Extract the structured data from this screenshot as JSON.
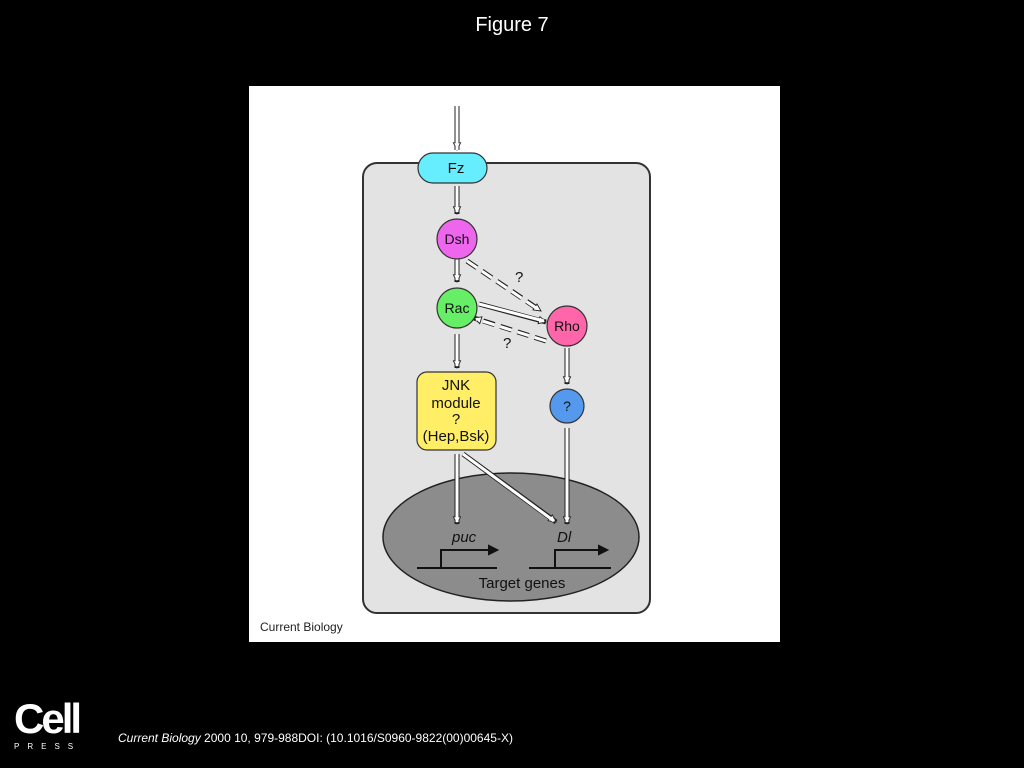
{
  "slide": {
    "title": "Figure 7",
    "credit": "Current Biology",
    "logo_word": "Cell",
    "logo_sub": "PRESS",
    "citation": {
      "journal": "Current Biology",
      "rest": " 2000 10, 979-988DOI: (10.1016/S0960-9822(00)00645-X)"
    }
  },
  "diagram": {
    "nodes": {
      "fz": "Fz",
      "dsh": "Dsh",
      "rac": "Rac",
      "rho": "Rho",
      "unknown": "?",
      "jnk_line1": "JNK",
      "jnk_line2": "module",
      "jnk_line3": "?",
      "jnk_line4": "(Hep,Bsk)"
    },
    "question_marks": [
      "?",
      "?"
    ],
    "genes": {
      "puc": "puc",
      "dl": "Dl"
    },
    "target_genes": "Target genes"
  },
  "colors": {
    "fz": "#66eeff",
    "dsh": "#ee66ee",
    "rac": "#66ee66",
    "rho": "#ff66aa",
    "unknown": "#5599ee",
    "jnk": "#ffee66",
    "cell": "#e3e3e3",
    "nucleus": "#8c8c8c"
  }
}
